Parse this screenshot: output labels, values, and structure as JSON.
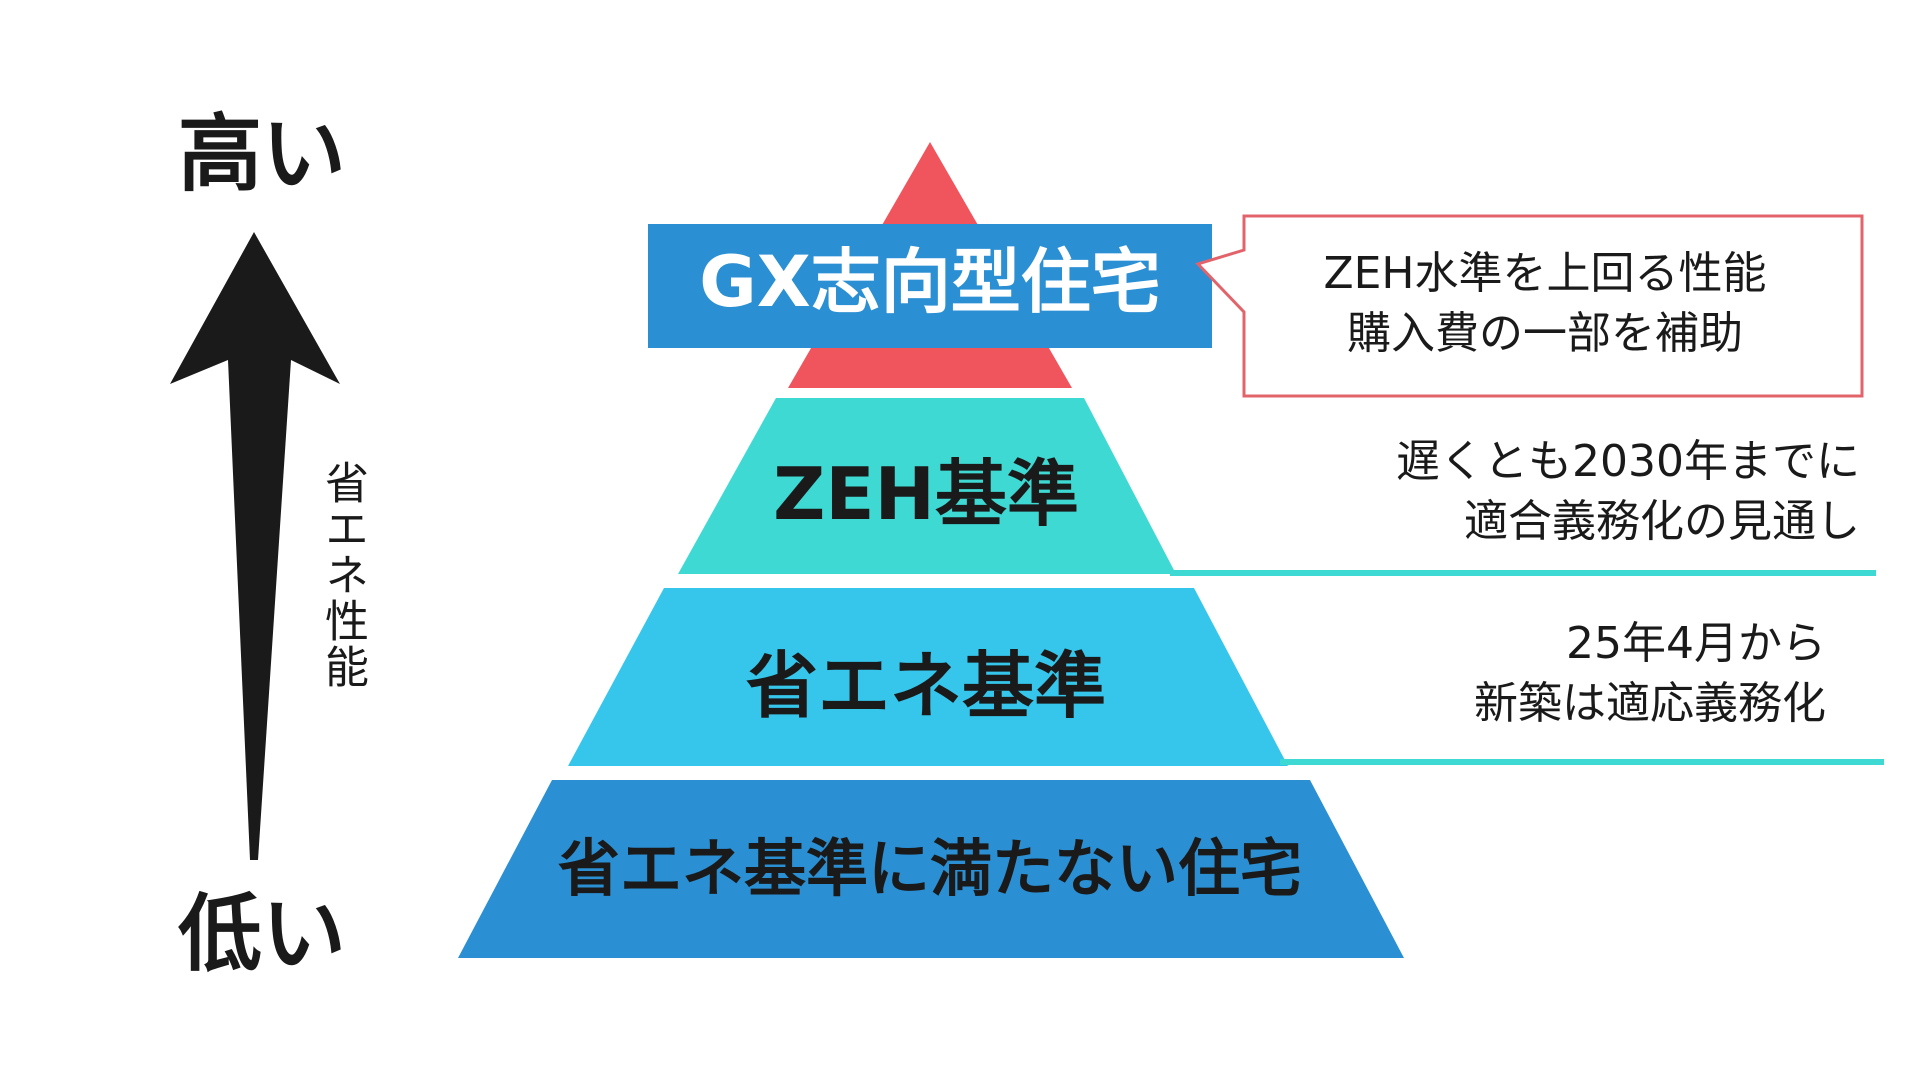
{
  "axis": {
    "high": "高い",
    "low": "低い",
    "title": "省エネ性能"
  },
  "tiers": [
    {
      "label": "GX志向型住宅"
    },
    {
      "label": "ZEH基準"
    },
    {
      "label": "省エネ基準"
    },
    {
      "label": "省エネ基準に満たない住宅"
    }
  ],
  "notes": {
    "gx": [
      "ZEH水準を上回る性能",
      "購入費の一部を補助"
    ],
    "zeh": [
      "遅くとも2030年までに",
      "適合義務化の見通し"
    ],
    "standard": [
      "25年4月から",
      "新築は適応義務化"
    ]
  },
  "colors": {
    "gx_banner": "#2A8FD3",
    "gx_triangle": "#F0545C",
    "zeh_tier": "#3FD9D3",
    "standard_tier": "#36C6EC",
    "low_tier": "#2A8FD3",
    "callout_border": "#E2646A",
    "leader_line": "#3FD9D3",
    "arrow": "#1a1a1a"
  }
}
